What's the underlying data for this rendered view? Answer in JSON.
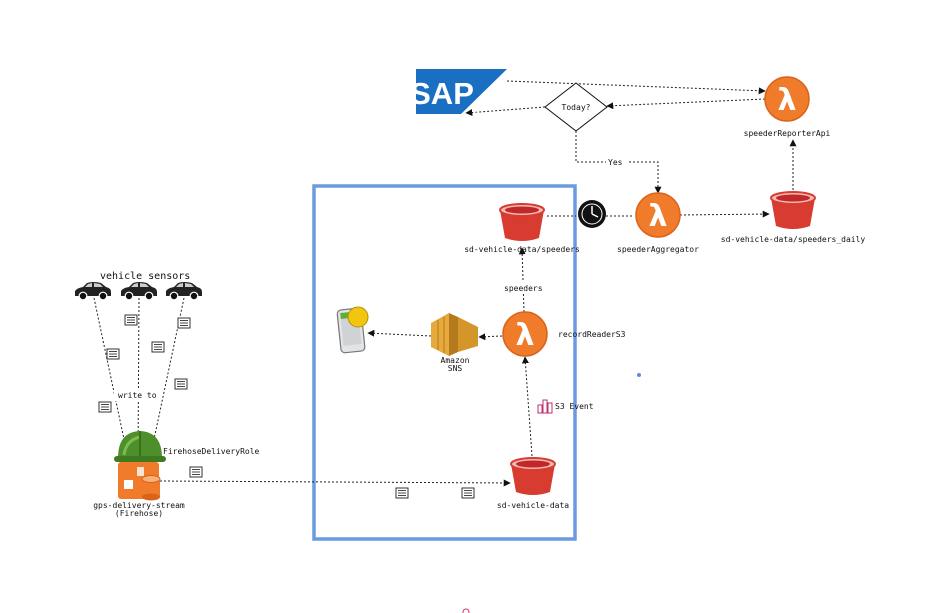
{
  "colors": {
    "boundary": "#6a9be0",
    "lambda": "#f07b2b",
    "bucket": "#d83b30",
    "sap": "#1a6fc2",
    "sns": "#d4952a",
    "helmet": "#4f8f2b",
    "alert": "#f2c511"
  },
  "icons": {
    "lambda": "lambda-icon",
    "bucket": "s3-bucket-icon",
    "clock": "clock-icon",
    "car": "car-icon",
    "document": "document-icon",
    "sns": "amazon-sns-icon",
    "phone": "mobile-phone-icon",
    "sap": "sap-logo",
    "firehose": "firehose-icon",
    "s3event": "s3-event-icon"
  },
  "logo": {
    "sap": "SAP"
  },
  "nodes": {
    "vehicle_sensors": "vehicle sensors",
    "write_to": "write to",
    "firehose_role": "FirehoseDeliveryRole",
    "firehose_line1": "gps-delivery-stream",
    "firehose_line2": "(Firehose)",
    "sd_vehicle_data": "sd-vehicle-data",
    "sd_speeders": "sd-vehicle-data/speeders",
    "record_reader": "recordReaderS3",
    "speeders_edge": "speeders",
    "s3_event": "S3 Event",
    "sns_line1": "Amazon",
    "sns_line2": "SNS",
    "speeder_aggregator": "speederAggregator",
    "speeders_daily": "sd-vehicle-data/speeders_daily",
    "speeder_reporter": "speederReporterApi",
    "decision": "Today?",
    "yes_edge": "Yes"
  }
}
